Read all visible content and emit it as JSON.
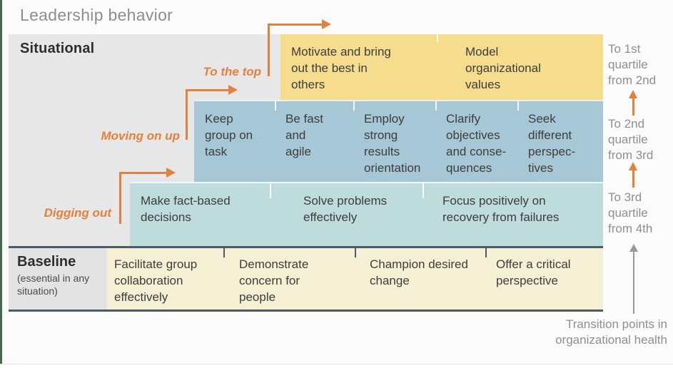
{
  "title": "Leadership behavior",
  "panel": {
    "situational": "Situational"
  },
  "tiers": {
    "top": {
      "label": "To the top",
      "items": [
        "Motivate and bring out the best in others",
        "Model organizational values"
      ]
    },
    "middle": {
      "label": "Moving on up",
      "items": [
        "Keep group on task",
        "Be fast and agile",
        "Employ strong results orientation",
        "Clarify objectives and conse-quences",
        "Seek different perspec-tives"
      ]
    },
    "lower": {
      "label": "Digging out",
      "items": [
        "Make fact-based decisions",
        "Solve problems effectively",
        "Focus positively on recovery from failures"
      ]
    },
    "baseline": {
      "label": "Baseline",
      "sublabel": "(essential in any situation)",
      "items": [
        "Facilitate group collaboration effectively",
        "Demonstrate concern for people",
        "Champion desired change",
        "Offer a critical perspective"
      ]
    }
  },
  "right_axis": {
    "labels": [
      "To 1st quartile from 2nd",
      "To 2nd quartile from 3rd",
      "To 3rd quartile from 4th"
    ],
    "caption": "Transition points in organizational health"
  },
  "colors": {
    "orange": "#e3813c",
    "yellow": "#f6dc8d",
    "blue": "#a6c7d5",
    "teal": "#bedcdc",
    "cream": "#f5f0d4",
    "panel_gray": "#e7e7e7",
    "border_dark": "#4b5a64",
    "green_edge": "#46684f",
    "text_dark": "#3d3d3d",
    "text_gray": "#8f8f8f"
  }
}
